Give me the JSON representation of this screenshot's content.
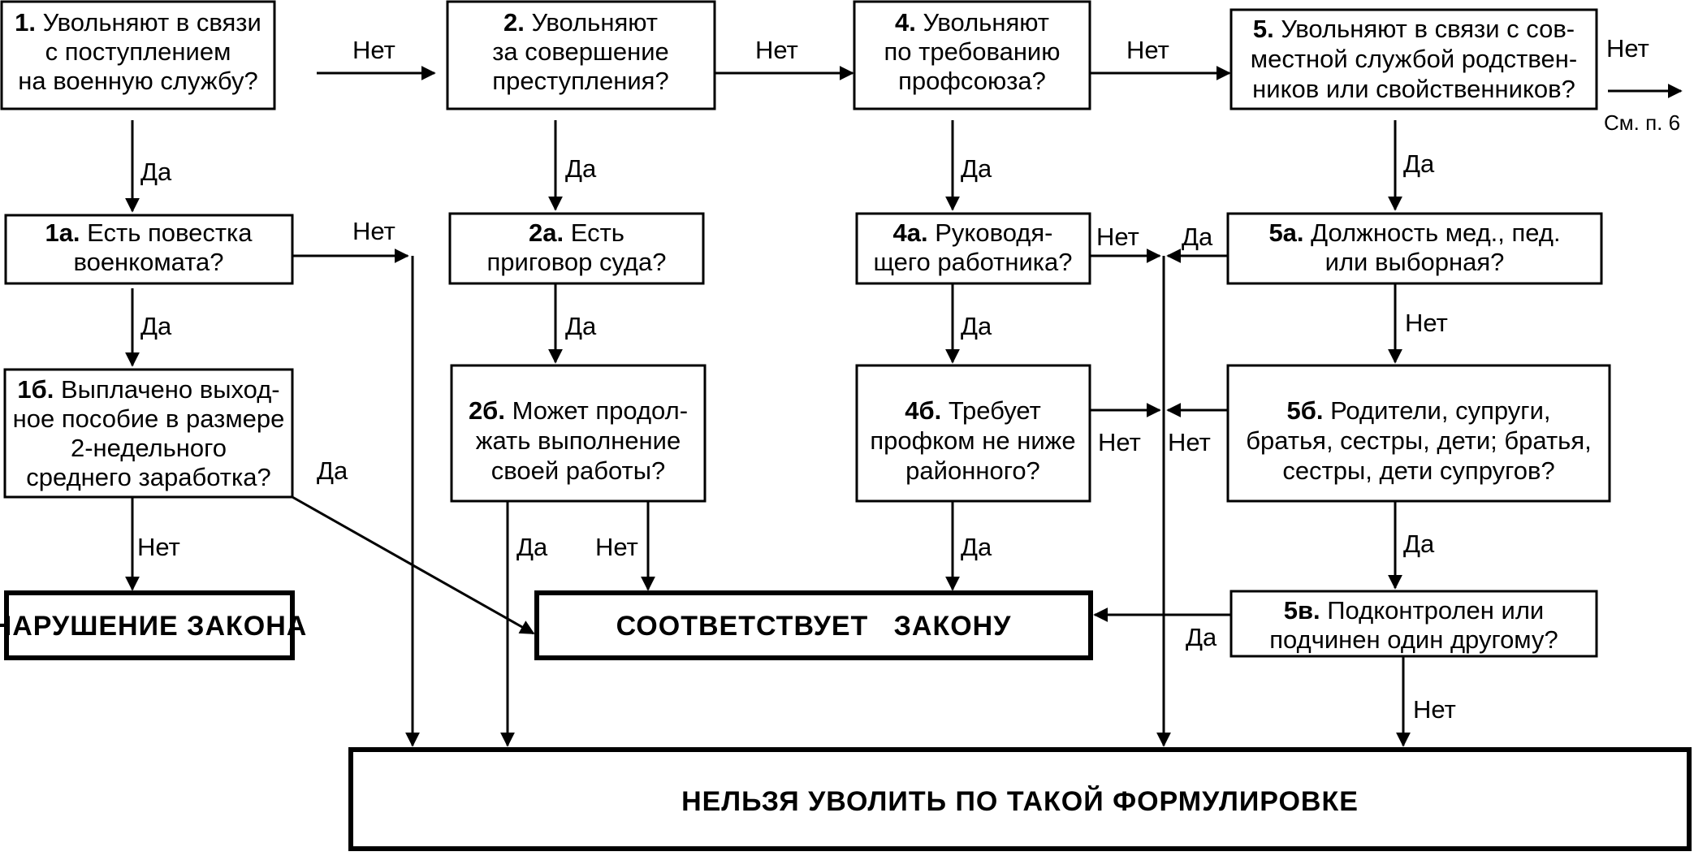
{
  "colors": {
    "line": "#000000",
    "background": "#ffffff"
  },
  "boxes": {
    "q1": {
      "num": "1.",
      "lines": [
        "Увольняют в связи",
        "с поступлением",
        "на военную службу?"
      ]
    },
    "q1a": {
      "num": "1а.",
      "lines": [
        "Есть повестка",
        "военкомата?"
      ]
    },
    "q1b": {
      "num": "1б.",
      "lines": [
        "Выплачено выход-",
        "ное пособие в размере",
        "2-недельного",
        "среднего заработка?"
      ]
    },
    "q2": {
      "num": "2.",
      "lines": [
        "Увольняют",
        "за совершение",
        "преступления?"
      ]
    },
    "q2a": {
      "num": "2а.",
      "lines": [
        "Есть",
        "приговор суда?"
      ]
    },
    "q2b": {
      "num": "2б.",
      "lines": [
        "Может продол-",
        "жать выполнение",
        "своей работы?"
      ]
    },
    "q4": {
      "num": "4.",
      "lines": [
        "Увольняют",
        "по требованию",
        "профсоюза?"
      ]
    },
    "q4a": {
      "num": "4а.",
      "lines": [
        "Руководя-",
        "щего работника?"
      ]
    },
    "q4b": {
      "num": "4б.",
      "lines": [
        "Требует",
        "профком не ниже",
        "районного?"
      ]
    },
    "q5": {
      "num": "5.",
      "lines": [
        "Увольняют в связи с сов-",
        "местной службой родствен-",
        "ников или свойственников?"
      ]
    },
    "q5a": {
      "num": "5а.",
      "lines": [
        "Должность мед., пед.",
        "или выборная?"
      ]
    },
    "q5b": {
      "num": "5б.",
      "lines": [
        "Родители, супруги,",
        "братья, сестры, дети; братья,",
        "сестры, дети супругов?"
      ]
    },
    "q5c": {
      "num": "5в.",
      "lines": [
        "Подконтролен или",
        "подчинен один другому?"
      ]
    }
  },
  "outcomes": {
    "violation": "НАРУШЕНИЕ ЗАКОНА",
    "lawful": "СООТВЕТСТВУЕТ   ЗАКОНУ",
    "cannot_dismiss": "НЕЛЬЗЯ УВОЛИТЬ ПО ТАКОЙ ФОРМУЛИРОВКЕ"
  },
  "labels": {
    "yes": "Да",
    "no": "Нет",
    "see_item6": "См. п. 6"
  }
}
